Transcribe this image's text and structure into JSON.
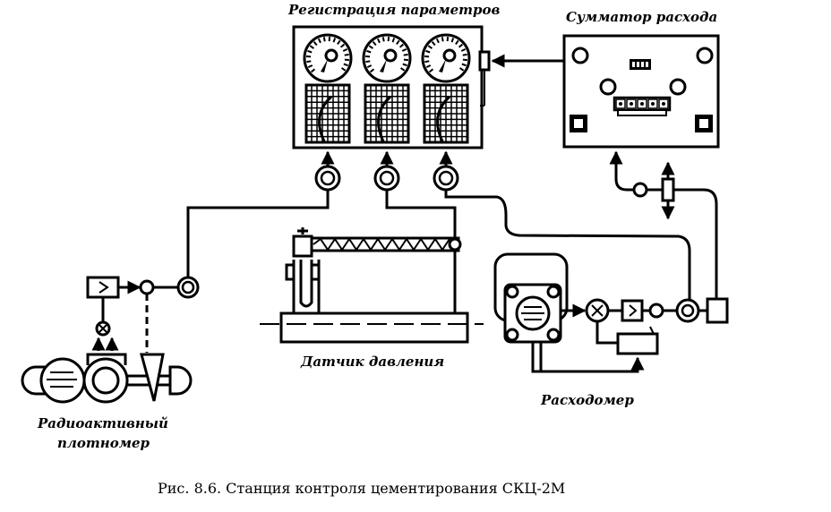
{
  "labels": {
    "registration": "Регистрация параметров",
    "summator": "Сумматор расхода",
    "pressure_sensor": "Датчик давления",
    "densitometer_line1": "Радиоактивный",
    "densitometer_line2": "плотномер",
    "flowmeter": "Расходомер"
  },
  "caption": "Рис. 8.6. Станция контроля цементирования СКЦ-2М",
  "components": {
    "recorder_channels": 3,
    "summator_indicator_digits": 4,
    "summator_terminals": 5
  },
  "colors": {
    "ink": "#000000",
    "paper": "#ffffff"
  }
}
